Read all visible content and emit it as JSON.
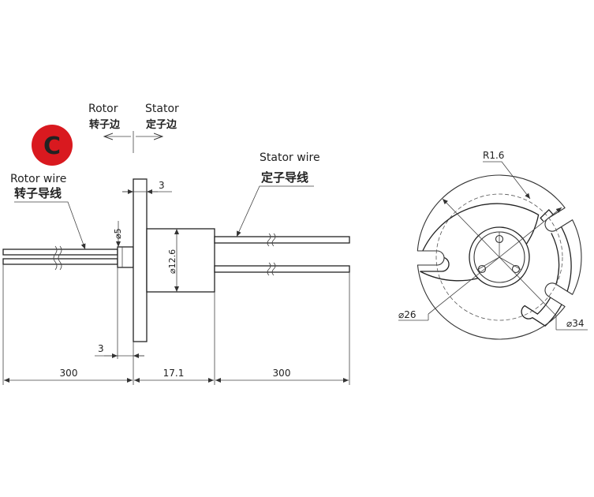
{
  "badge": {
    "letter": "C",
    "color": "#d9191f"
  },
  "direction_labels": {
    "rotor_en": "Rotor",
    "rotor_cn": "转子边",
    "stator_en": "Stator",
    "stator_cn": "定子边"
  },
  "wire_labels": {
    "rotor_en": "Rotor wire",
    "rotor_cn": "转子导线",
    "stator_en": "Stator wire",
    "stator_cn": "定子导线"
  },
  "side_dimensions": {
    "flange_top": "3",
    "flange_bottom": "3",
    "shaft_dia": "⌀5",
    "body_dia": "⌀12.6",
    "rotor_wire_len": "300",
    "body_len": "17.1",
    "stator_wire_len": "300"
  },
  "front_dimensions": {
    "slot_radius": "R1.6",
    "bolt_circle": "⌀26",
    "outer_dia": "⌀34"
  }
}
